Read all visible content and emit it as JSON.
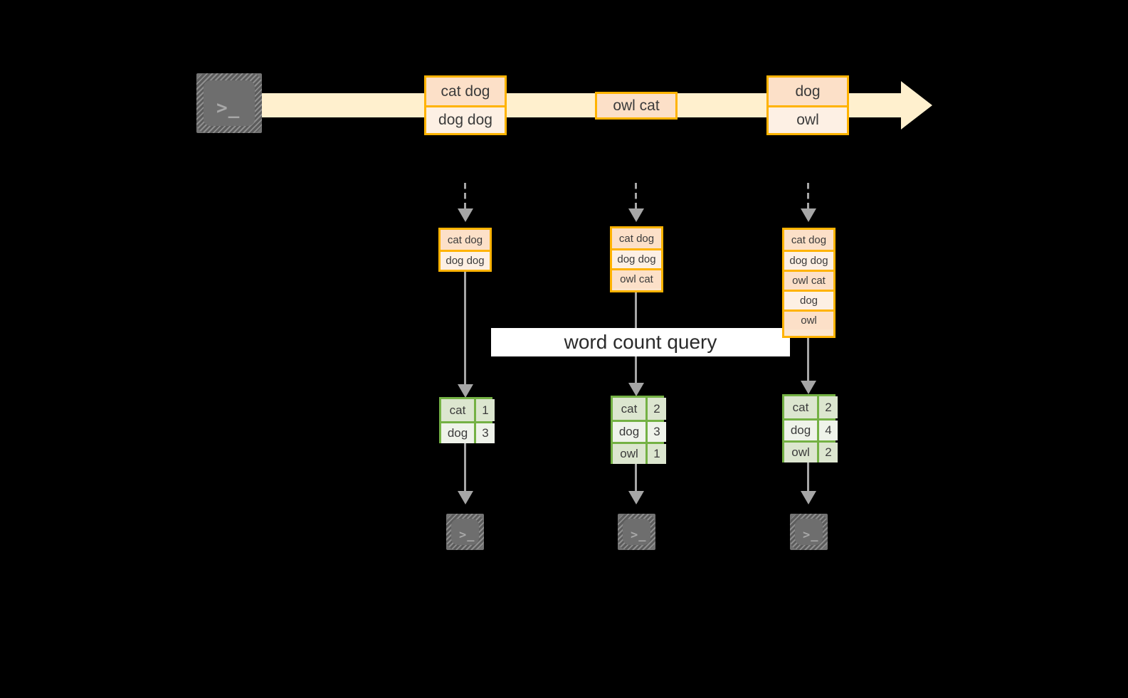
{
  "diagram": {
    "source": {
      "icon": "terminal-icon",
      "glyph": ">_"
    },
    "stream": {
      "records": [
        {
          "id": "record-1",
          "lines": [
            "cat dog",
            "dog dog"
          ]
        },
        {
          "id": "record-2",
          "lines": [
            "owl cat"
          ]
        },
        {
          "id": "record-3",
          "lines": [
            "dog",
            "owl"
          ]
        }
      ]
    },
    "query_label": "word count query",
    "columns": [
      {
        "id": "column-1",
        "accumulated": [
          "cat dog",
          "dog dog"
        ],
        "result": {
          "rows": [
            {
              "word": "cat",
              "count": "1"
            },
            {
              "word": "dog",
              "count": "3"
            }
          ]
        },
        "sink": {
          "icon": "terminal-icon",
          "glyph": ">_"
        }
      },
      {
        "id": "column-2",
        "accumulated": [
          "cat dog",
          "dog dog",
          "owl cat"
        ],
        "result": {
          "rows": [
            {
              "word": "cat",
              "count": "2"
            },
            {
              "word": "dog",
              "count": "3"
            },
            {
              "word": "owl",
              "count": "1"
            }
          ]
        },
        "sink": {
          "icon": "terminal-icon",
          "glyph": ">_"
        }
      },
      {
        "id": "column-3",
        "accumulated": [
          "cat dog",
          "dog dog",
          "owl cat",
          "dog",
          "owl"
        ],
        "result": {
          "rows": [
            {
              "word": "cat",
              "count": "2"
            },
            {
              "word": "dog",
              "count": "4"
            },
            {
              "word": "owl",
              "count": "2"
            }
          ]
        },
        "sink": {
          "icon": "terminal-icon",
          "glyph": ">_"
        }
      }
    ],
    "colors": {
      "stream_band": "#FFF0CE",
      "record_border": "#FFB300",
      "record_fill_dark": "#FCE0C8",
      "record_fill_light": "#FDF0E4",
      "result_border": "#74B144",
      "result_fill": "#DCE6CF",
      "arrow_gray": "#A6A6A6",
      "terminal_gray": "#6E6E6E",
      "label_background": "#FFFFFF",
      "canvas": "#000000"
    }
  }
}
